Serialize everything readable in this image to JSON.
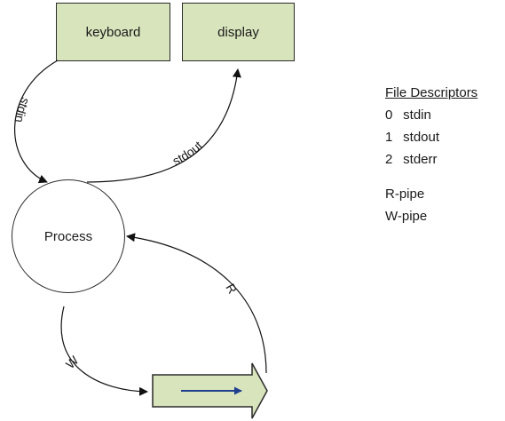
{
  "nodes": {
    "keyboard": "keyboard",
    "display": "display",
    "process": "Process"
  },
  "edges": {
    "stdin": "stdin",
    "stdout": "stdout",
    "read": "R",
    "write": "W"
  },
  "legend": {
    "title": "File Descriptors",
    "descriptors": [
      {
        "number": "0",
        "name": "stdin"
      },
      {
        "number": "1",
        "name": "stdout"
      },
      {
        "number": "2",
        "name": "stderr"
      }
    ],
    "pipes": [
      "R-pipe",
      "W-pipe"
    ]
  },
  "colors": {
    "box_fill": "#d8e4bc",
    "pipe_fill": "#d8e4bc",
    "pipe_arrow": "#1f3f8f",
    "stroke": "#2b2b2b"
  }
}
